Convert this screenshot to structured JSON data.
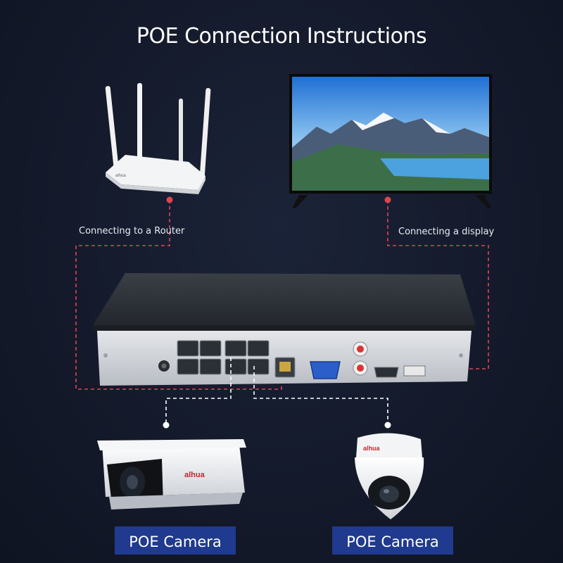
{
  "title": "POE Connection Instructions",
  "labels": {
    "router": "Connecting to a Router",
    "display": "Connecting a display"
  },
  "cameras": [
    {
      "label": "POE Camera",
      "brand": "alhua"
    },
    {
      "label": "POE Camera",
      "brand": "alhua"
    }
  ],
  "router_brand": "alhua",
  "colors": {
    "background": "#141a2b",
    "display_link": "#e0444e",
    "camera_link": "#ffffff",
    "label_box": "#1f3a8e"
  },
  "icons": [
    "router-icon",
    "display-icon",
    "nvr-icon",
    "bullet-camera-icon",
    "dome-camera-icon"
  ]
}
